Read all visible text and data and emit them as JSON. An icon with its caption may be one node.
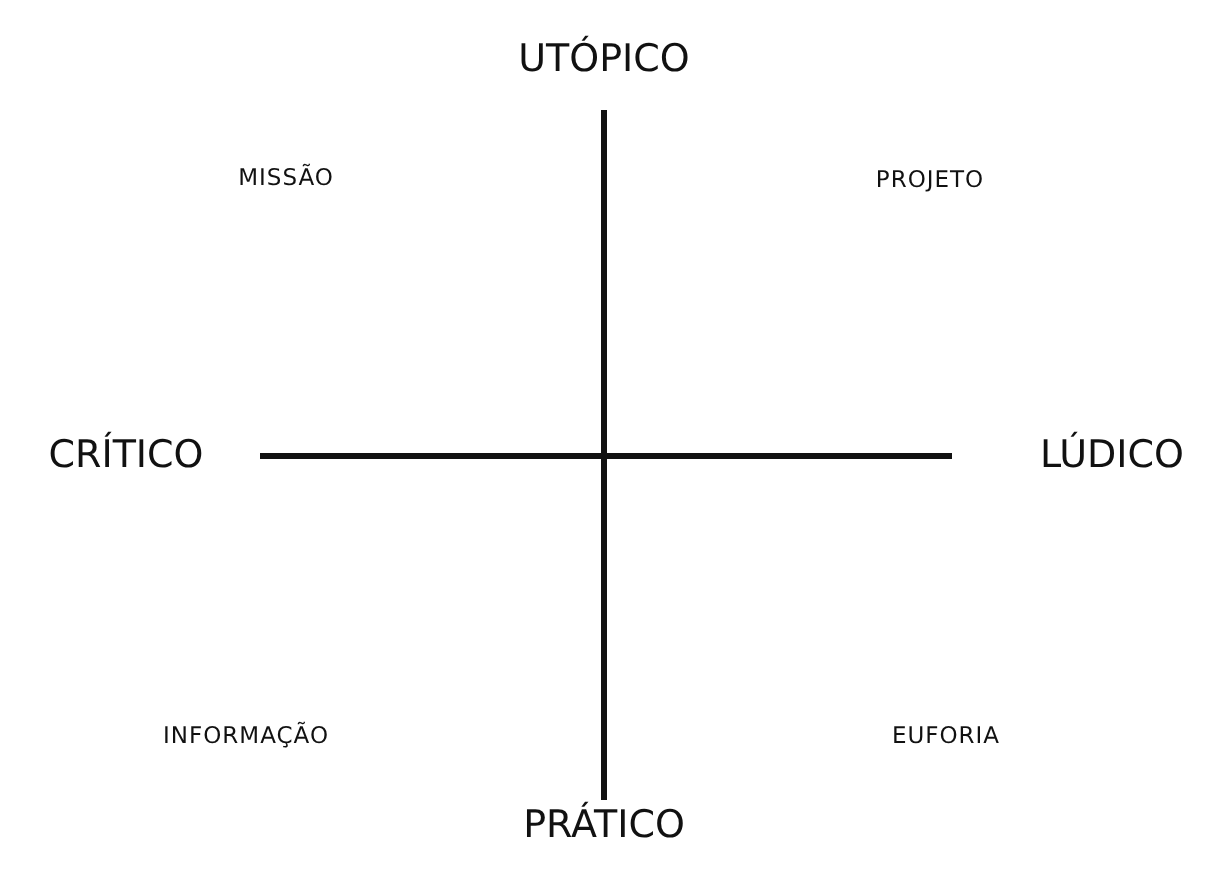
{
  "diagram": {
    "labels": [
      "UTÓPICO",
      "MISSÃO",
      "PROJETO",
      "CRÍTICO",
      "LÚDICO",
      "INFORMAÇÃO",
      "EUFORIA",
      "PRÁTICO"
    ]
  }
}
